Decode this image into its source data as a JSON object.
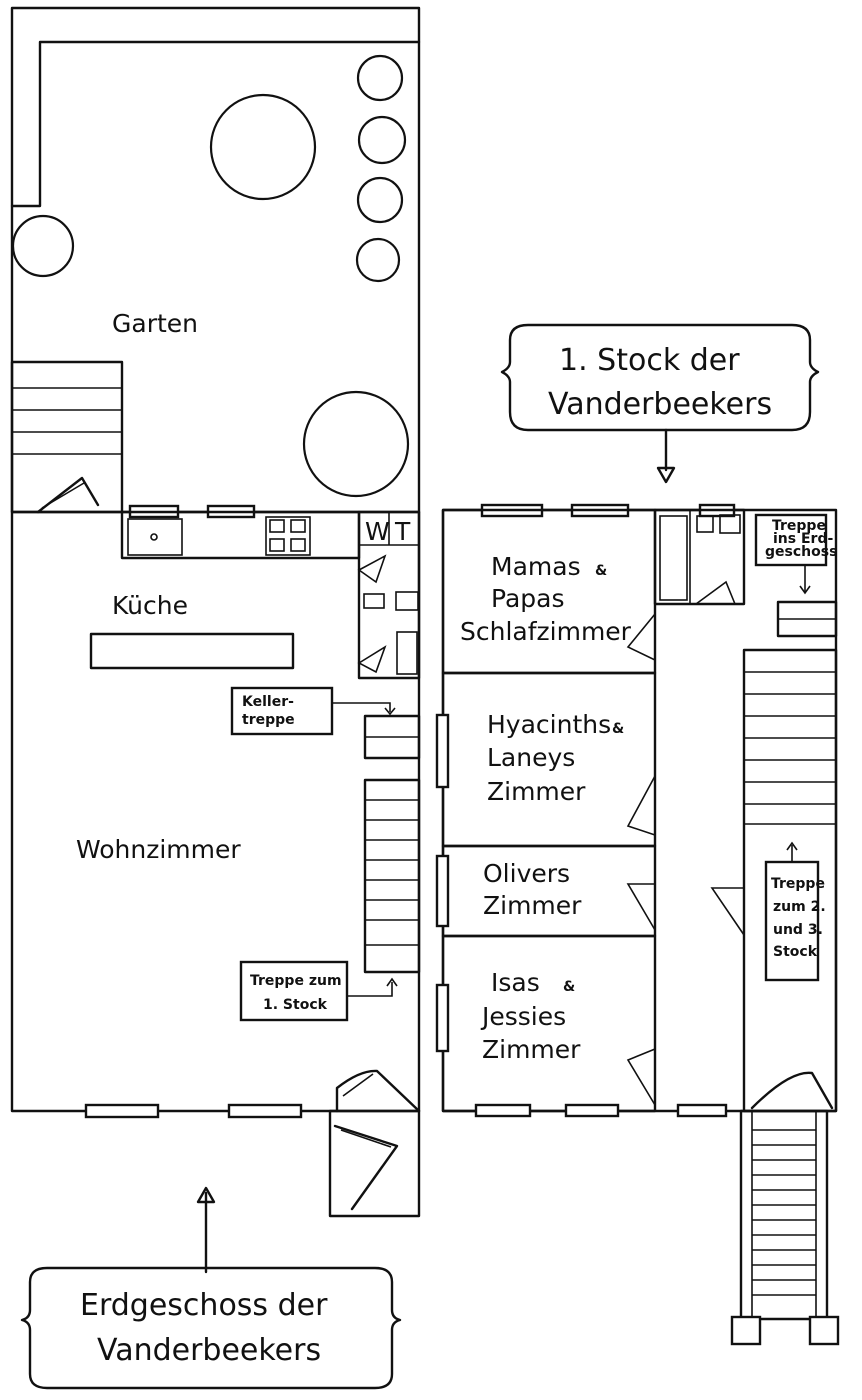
{
  "ground_floor": {
    "caption_line1": "Erdgeschoss der",
    "caption_line2": "Vanderbeekers",
    "garden": "Garten",
    "kitchen": "Küche",
    "wc_w": "W",
    "wc_t": "T",
    "living_room": "Wohnzimmer",
    "basement_stairs_line1": "Keller-",
    "basement_stairs_line2": "treppe",
    "stairs_up_line1": "Treppe zum",
    "stairs_up_line2": "1. Stock"
  },
  "first_floor": {
    "caption_line1": "1. Stock der",
    "caption_line2": "Vanderbeekers",
    "parents_line1": "Mamas ",
    "parents_amp": "&",
    "parents_line2": "Papas",
    "parents_line3": "Schlafzimmer",
    "hyacinth_line1": "Hyacinths ",
    "hyacinth_amp": "&",
    "hyacinth_line2": "Laneys",
    "hyacinth_line3": "Zimmer",
    "oliver_line1": "Olivers",
    "oliver_line2": "Zimmer",
    "isa_line1": "Isas ",
    "isa_amp": "&",
    "isa_line2": "Jessies",
    "isa_line3": "Zimmer",
    "stairs_down_line1": "Treppe",
    "stairs_down_line2": "ins Erd-",
    "stairs_down_line3": "geschoss",
    "stairs_up_line1": "Treppe",
    "stairs_up_line2": "zum 2.",
    "stairs_up_line3": "und 3.",
    "stairs_up_line4": "Stock"
  }
}
